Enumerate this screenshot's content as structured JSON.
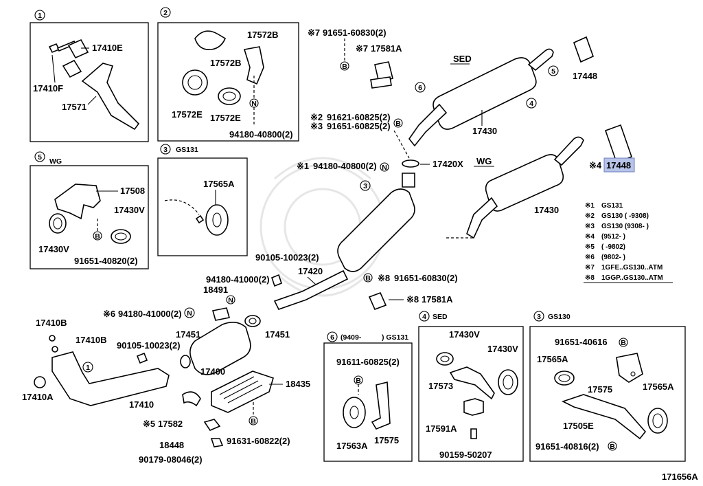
{
  "diagram_id": "171656A",
  "panels": [
    {
      "num": "1",
      "sub": ""
    },
    {
      "num": "2",
      "sub": ""
    },
    {
      "num": "5",
      "sub": "WG"
    },
    {
      "num": "3",
      "sub": "GS131"
    },
    {
      "num": "6",
      "sub": "(9409-",
      "sub2": ") GS131"
    },
    {
      "num": "4",
      "sub": "SED"
    },
    {
      "num": "3",
      "sub": "GS130"
    }
  ],
  "labels": {
    "p17410E": "17410E",
    "p17410F": "17410F",
    "p17571": "17571",
    "p17572B_a": "17572B",
    "p17572B_b": "17572B",
    "p17572E_a": "17572E",
    "p17572E_b": "17572E",
    "p94180_40800_2": "94180-40800(2)",
    "p17508": "17508",
    "p17430V_a": "17430V",
    "p17430V_b": "17430V",
    "p91651_40820_2": "91651-40820(2)",
    "p17565A_a": "17565A",
    "n7_91651_60830": "91651-60830(2)",
    "n7_17581A": "17581A",
    "n2_91621": "91621-60825(2)",
    "n3_91651": "91651-60825(2)",
    "n1_94180": "94180-40800(2)",
    "p17420X": "17420X",
    "sed": "SED",
    "wg": "WG",
    "p17430_a": "17430",
    "p17430_b": "17430",
    "p17448_a": "17448",
    "n4_17448": "17448",
    "p90105_10023_a": "90105-10023(2)",
    "p94180_41000_a": "94180-41000(2)",
    "p17420": "17420",
    "n8_91651_60830": "91651-60830(2)",
    "n8_17581A": "17581A",
    "p18491": "18491",
    "n6_94180_41000": "94180-41000(2)",
    "p17410B_a": "17410B",
    "p17410B_b": "17410B",
    "p17410A": "17410A",
    "p90105_10023_b": "90105-10023(2)",
    "p17451_a": "17451",
    "p17451_b": "17451",
    "p17400": "17400",
    "p18435": "18435",
    "p17410": "17410",
    "n5_17582": "17582",
    "p18448": "18448",
    "p91631_60822_2": "91631-60822(2)",
    "p90179_08046_2": "90179-08046(2)",
    "p91611_60825_2": "91611-60825(2)",
    "p17563A": "17563A",
    "p17575_a": "17575",
    "p17430V_c": "17430V",
    "p17430V_d": "17430V",
    "p17573": "17573",
    "p17591A": "17591A",
    "p90159_50207": "90159-50207",
    "p91651_40616": "91651-40616",
    "p17565A_b": "17565A",
    "p17575_b": "17575",
    "p17565A_c": "17565A",
    "p17505E": "17505E",
    "p91651_40816_2": "91651-40816(2)"
  },
  "notes": [
    {
      "mark": "※1",
      "text": "GS131"
    },
    {
      "mark": "※2",
      "text": "GS130 (        -9308)"
    },
    {
      "mark": "※3",
      "text": "GS130 (9308-        )"
    },
    {
      "mark": "※4",
      "text": "(9512-        )"
    },
    {
      "mark": "※5",
      "text": "(        -9802)"
    },
    {
      "mark": "※6",
      "text": "(9802-        )"
    },
    {
      "mark": "※7",
      "text": "1GFE..GS130..ATM"
    },
    {
      "mark": "※8",
      "text": "1GGP..GS130..ATM"
    }
  ],
  "marks": {
    "m1": "※1",
    "m2": "※2",
    "m3": "※3",
    "m4": "※4",
    "m5": "※5",
    "m6": "※6",
    "m7": "※7",
    "m8": "※8"
  },
  "circle_letters": {
    "B": "B",
    "N": "N"
  },
  "highlight_color": "#b7c3e8"
}
